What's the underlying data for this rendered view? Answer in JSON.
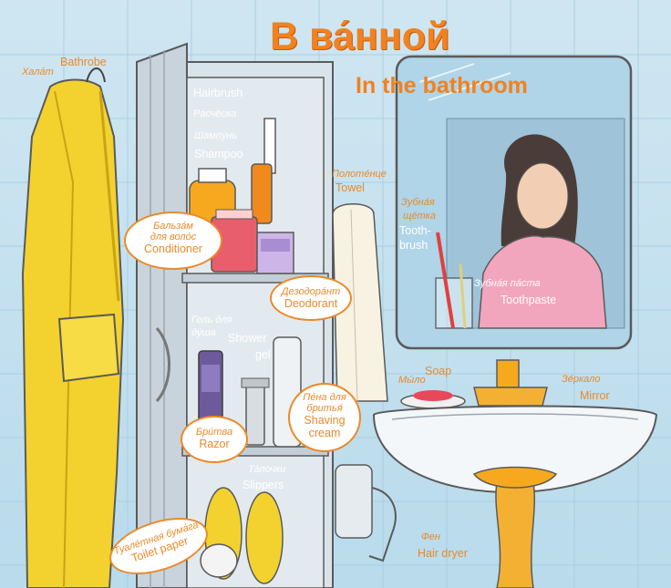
{
  "title": {
    "ru": "В ва́нной",
    "en": "In the bathroom"
  },
  "labels": {
    "bathrobe": {
      "ru": "Хала́т",
      "en": "Bathrobe"
    },
    "hairbrush": {
      "en": "Hairbrush",
      "ru": "Расчёска"
    },
    "shampoo": {
      "ru": "Шампу́нь",
      "en": "Shampoo"
    },
    "conditioner": {
      "ru1": "Бальза́м",
      "ru2": "для воло́с",
      "en": "Conditioner"
    },
    "deodorant": {
      "ru": "Дезодора́нт",
      "en": "Deodorant"
    },
    "shower_gel": {
      "ru1": "Гель для",
      "ru2": "ду́ша",
      "en1": "Shower",
      "en2": "gel"
    },
    "razor": {
      "ru": "Бри́тва",
      "en": "Razor"
    },
    "shaving_cream": {
      "ru1": "Пе́на для",
      "ru2": "бритья́",
      "en1": "Shaving",
      "en2": "cream"
    },
    "slippers": {
      "ru": "Та́почки",
      "en": "Slippers"
    },
    "toilet_paper": {
      "ru": "Туале́тная бума́га",
      "en": "Toilet paper"
    },
    "towel": {
      "ru": "Полоте́нце",
      "en": "Towel"
    },
    "toothbrush": {
      "ru1": "Зубна́я",
      "ru2": "щётка",
      "en1": "Tooth-",
      "en2": "brush"
    },
    "toothpaste": {
      "ru": "Зубна́я па́ста",
      "en": "Toothpaste"
    },
    "soap": {
      "ru": "Мы́ло",
      "en": "Soap"
    },
    "mirror": {
      "ru": "Зе́ркало",
      "en": "Mirror"
    },
    "hair_dryer": {
      "ru": "Фен",
      "en": "Hair dryer"
    }
  },
  "colors": {
    "label": "#e98a2a",
    "title": "#f0821f",
    "robe": "#f3d230",
    "wall": "#c4e0ee"
  }
}
